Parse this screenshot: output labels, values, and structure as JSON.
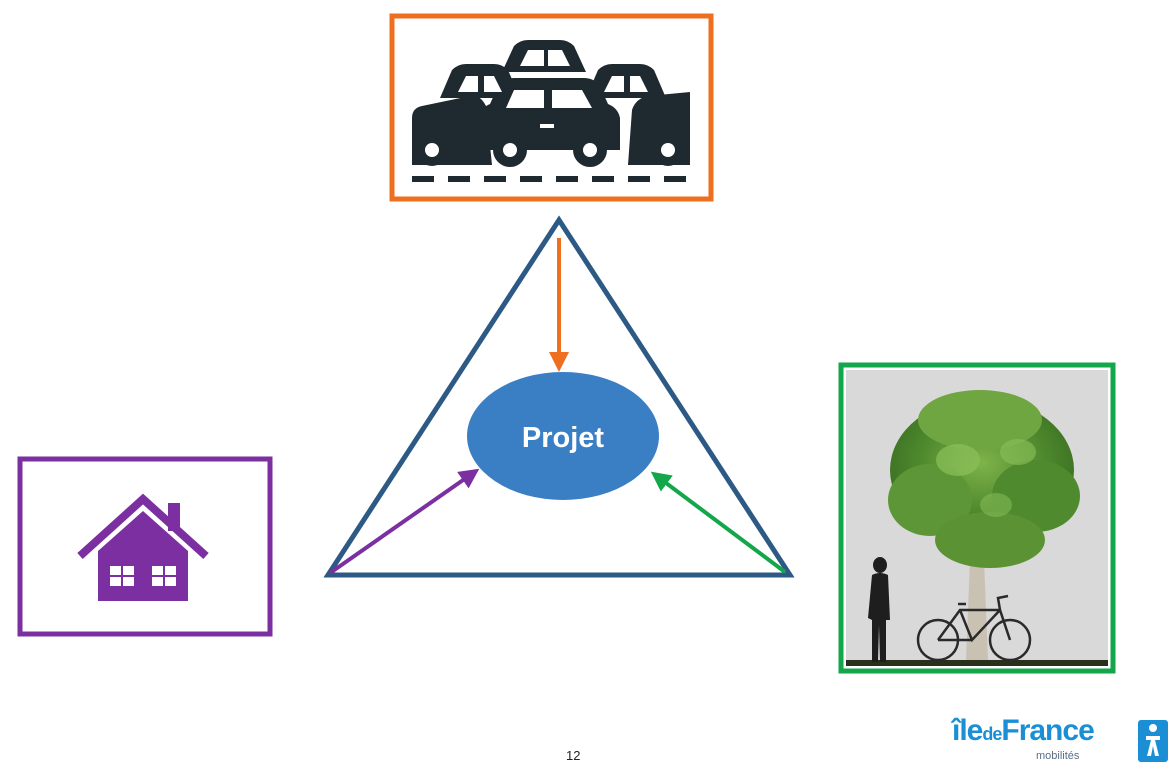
{
  "center": {
    "label": "Projet"
  },
  "footer": {
    "page_number": "12"
  },
  "logo": {
    "part1": "île",
    "part2": "de",
    "part3": "France",
    "subtitle": "mobilités"
  },
  "colors": {
    "triangle": "#2c5a85",
    "traffic": "#ed6f1f",
    "housing": "#7b2fa0",
    "nature": "#13a64a",
    "project": "#3a7fc4",
    "logo": "#1a8fd6"
  },
  "icons": {
    "traffic": "cars-traffic-icon",
    "housing": "house-icon",
    "nature": "tree-person-bicycle-icon"
  }
}
